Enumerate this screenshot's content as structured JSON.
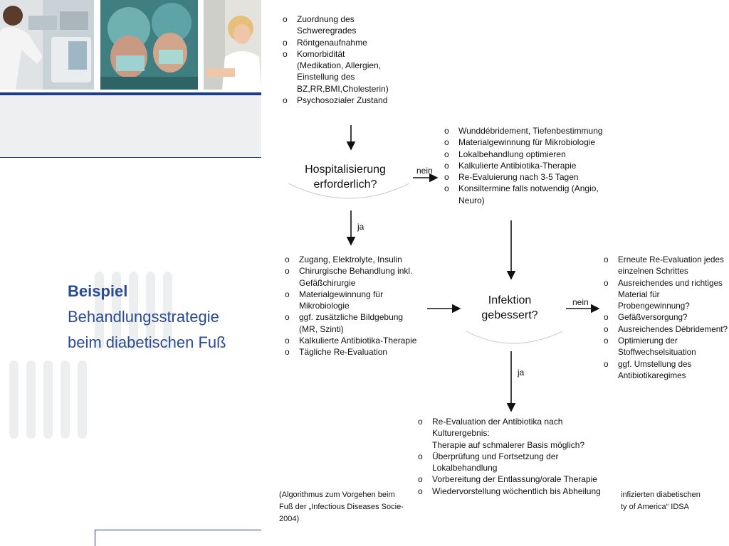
{
  "slide": {
    "title_bold": "Beispiel",
    "title_line2": "Behandlungsstrategie",
    "title_line3": "beim diabetischen Fuß"
  },
  "flowchart": {
    "assessment": [
      "Zuordnung des",
      "Schweregrades",
      "Röntgenaufnahme",
      "Komorbidität",
      "(Medikation, Allergien,",
      "Einstellung des",
      "BZ,RR,BMI,Cholesterin)",
      "Psychosozialer Zustand"
    ],
    "decision_hospital": {
      "line1": "Hospitalisierung",
      "line2": "erforderlich?"
    },
    "label_nein_1": "nein",
    "label_ja_1": "ja",
    "outpatient": [
      "Wunddébridement, Tiefenbestimmung",
      "Materialgewinnung für Mikrobiologie",
      "Lokalbehandlung optimieren",
      "Kalkulierte Antibiotika-Therapie",
      "Re-Evaluierung nach 3-5 Tagen",
      "Konsiltermine falls notwendig (Angio,",
      "Neuro)"
    ],
    "inpatient": [
      "Zugang, Elektrolyte, Insulin",
      "Chirurgische Behandlung inkl.",
      "Gefäßchirurgie",
      "Materialgewinnung für",
      "Mikrobiologie",
      "ggf. zusätzliche Bildgebung",
      "(MR, Szinti)",
      "Kalkulierte Antibiotika-Therapie",
      "Tägliche Re-Evaluation"
    ],
    "decision_infection": {
      "line1": "Infektion",
      "line2": "gebessert?"
    },
    "label_nein_2": "nein",
    "label_ja_2": "ja",
    "re_evaluation": [
      "Erneute Re-Evaluation jedes",
      "einzelnen Schrittes",
      "Ausreichendes und richtiges",
      "Material für",
      "Probengewinnung?",
      "Gefäßversorgung?",
      "Ausreichendes Débridement?",
      "Optimierung der",
      "Stoffwechselsituation",
      "ggf. Umstellung des",
      "Antibiotikaregimes"
    ],
    "improved": [
      "Re-Evaluation der Antibiotika nach",
      "Kulturergebnis:",
      "Therapie auf schmalerer Basis möglich?",
      "Überprüfung und Fortsetzung der",
      "Lokalbehandlung",
      "Vorbereitung der Entlassung/orale Therapie",
      "Wiedervorstellung wöchentlich bis Abheilung"
    ],
    "caption_left": {
      "line1": "(Algorithmus zum Vorgehen beim",
      "line2": "Fuß der „Infectious Diseases Socie-",
      "line3": "2004)"
    },
    "caption_right": {
      "line1": "infizierten diabetischen",
      "line2": "ty of America“  IDSA"
    }
  }
}
